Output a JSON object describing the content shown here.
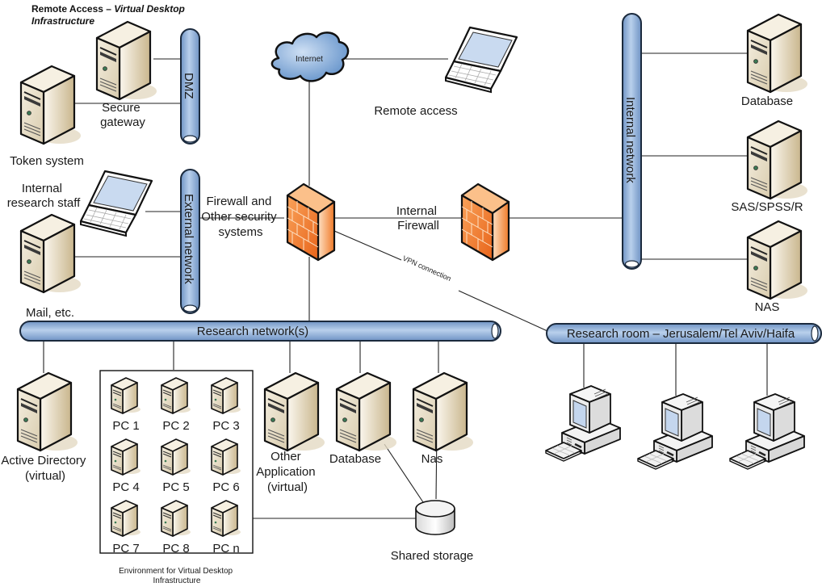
{
  "title": {
    "part1": "Remote Access – ",
    "part2": "Virtual Desktop",
    "part3": "Infrastructure"
  },
  "nodes": {
    "internet": "Internet",
    "remote_access": "Remote access",
    "secure_gateway": [
      "Secure",
      "gateway"
    ],
    "token_system": "Token system",
    "internal_research_staff": [
      "Internal",
      "research staff"
    ],
    "mail": "Mail, etc.",
    "firewall_main": [
      "Firewall and",
      "Other security",
      "systems"
    ],
    "internal_firewall": [
      "Internal",
      "Firewall"
    ],
    "database_internal": "Database",
    "sas_spss_r": "SAS/SPSS/R",
    "nas_internal": "NAS",
    "active_directory": [
      "Active Directory",
      "(virtual)"
    ],
    "other_application": [
      "Other",
      "Application",
      "(virtual)"
    ],
    "database_research": "Database",
    "nas_research": "Nas",
    "shared_storage": "Shared storage",
    "vdi_caption": [
      "Environment for Virtual Desktop",
      "Infrastructure"
    ],
    "vdi_pcs": [
      "PC 1",
      "PC 2",
      "PC 3",
      "PC 4",
      "PC 5",
      "PC 6",
      "PC 7",
      "PC 8",
      "PC n"
    ]
  },
  "networks": {
    "dmz": "DMZ",
    "external": "External network",
    "internal": "Internal network",
    "research": "Research network(s)",
    "research_room": "Research room – Jerusalem/Tel Aviv/Haifa"
  },
  "links": {
    "vpn": "VPN connection"
  },
  "colors": {
    "pipe_fill": "#8fb3dc",
    "pipe_stroke": "#1b2a3d",
    "server_body": "#e9dfc7",
    "server_side": "#d4c4a0",
    "firewall": "#f07a28",
    "cloud": "#7fa7d8"
  }
}
